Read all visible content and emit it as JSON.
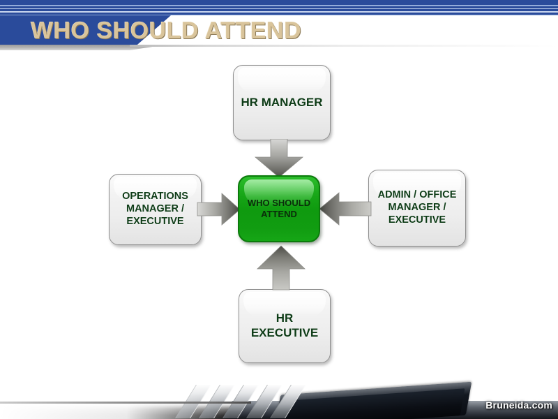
{
  "slide": {
    "title": "WHO SHOULD ATTEND",
    "watermark": "Bruneida.com",
    "colors": {
      "banner_blue": "#2a4b9b",
      "title_tan": "#d9c49b",
      "center_green": "#0f9a0f",
      "node_text_green": "#0d3b16",
      "node_fill": "#f0f0f0",
      "arrow_gray": "#8c8c8c"
    }
  },
  "diagram": {
    "type": "radial-convergence",
    "center": {
      "label": "WHO SHOULD ATTEND",
      "position": "center"
    },
    "nodes": [
      {
        "id": "top",
        "label": "HR MANAGER",
        "position": "top",
        "arrow": "arrow-down"
      },
      {
        "id": "left",
        "label": "OPERATIONS MANAGER / EXECUTIVE",
        "position": "left",
        "arrow": "arrow-right"
      },
      {
        "id": "right",
        "label": "ADMIN / OFFICE MANAGER / EXECUTIVE",
        "position": "right",
        "arrow": "arrow-left"
      },
      {
        "id": "bottom",
        "label": "HR EXECUTIVE",
        "position": "bottom",
        "arrow": "arrow-up"
      }
    ]
  }
}
